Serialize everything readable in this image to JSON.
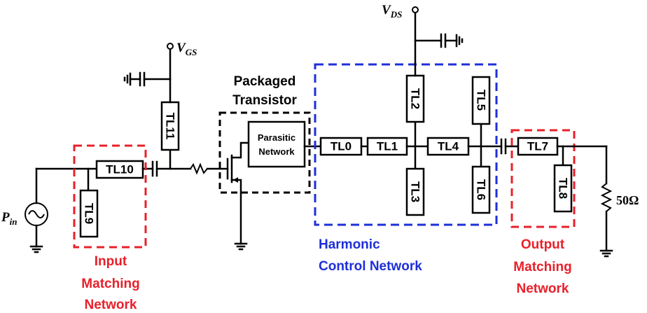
{
  "colors": {
    "red_box": "#e8202a",
    "blue_box": "#1e2fd8",
    "line": "#000000"
  },
  "transmission_lines": {
    "tl0": "TL0",
    "tl1": "TL1",
    "tl2": "TL2",
    "tl3": "TL3",
    "tl4": "TL4",
    "tl5": "TL5",
    "tl6": "TL6",
    "tl7": "TL7",
    "tl8": "TL8",
    "tl9": "TL9",
    "tl10": "TL10",
    "tl11": "TL11"
  },
  "labels": {
    "vgs_main": "V",
    "vgs_sub": "GS",
    "vds_main": "V",
    "vds_sub": "DS",
    "pin_main": "P",
    "pin_sub": "in",
    "load": "50Ω",
    "packaged_line1": "Packaged",
    "packaged_line2": "Transistor",
    "parasitic_line1": "Parasitic",
    "parasitic_line2": "Network",
    "input_line1": "Input",
    "input_line2": "Matching",
    "input_line3": "Network",
    "harmonic_line1": "Harmonic",
    "harmonic_line2": "Control Network",
    "output_line1": "Output",
    "output_line2": "Matching",
    "output_line3": "Network"
  }
}
